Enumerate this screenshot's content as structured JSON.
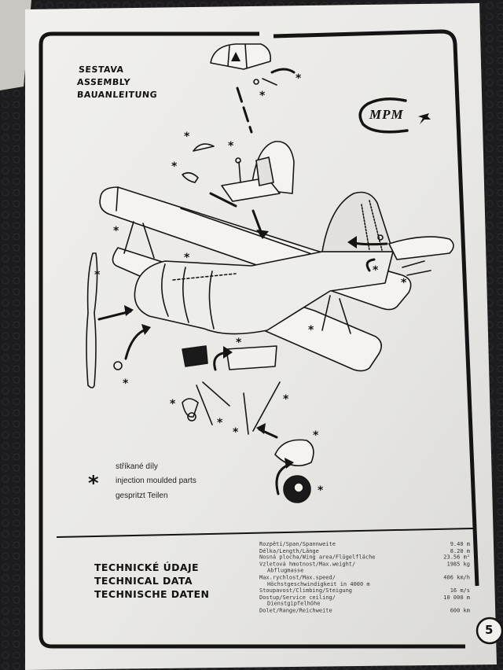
{
  "sheet": {
    "title_lines": [
      "SESTAVA",
      "ASSEMBLY",
      "BAUANLEITUNG"
    ],
    "brand": "MPM",
    "legend_lines": [
      "stříkané díly",
      "injection moulded parts",
      "gespritzt Teilen"
    ],
    "legend_symbol": "*",
    "tech_title_lines": [
      "TECHNICKÉ ÚDAJE",
      "TECHNICAL DATA",
      "TECHNISCHE DATEN"
    ],
    "specs": [
      {
        "label": "Rozpětí/Span/Spannweite",
        "value": "9.40 m"
      },
      {
        "label": "Délka/Length/Länge",
        "value": "8.20 m"
      },
      {
        "label": "Nosná plocha/Wing area/Flügelfläche",
        "value": "23.56 m²"
      },
      {
        "label": "Vzletová hmotnost/Max.weight/",
        "value": "1985 kg"
      },
      {
        "label": "Abflugmasse",
        "value": ""
      },
      {
        "label": "Max.rychlost/Max.speed/",
        "value": "406 km/h"
      },
      {
        "label": "Höchstgeschwindigkeit in 4000 m",
        "value": ""
      },
      {
        "label": "Stoupavost/Climbing/Steigung",
        "value": "16 m/s"
      },
      {
        "label": "Dostup/Service ceiling/",
        "value": "10 000 m"
      },
      {
        "label": "Dienstgipfelhöhe",
        "value": ""
      },
      {
        "label": "Dolet/Range/Reichweite",
        "value": "600 km"
      }
    ],
    "page_number": "5",
    "colors": {
      "paper": "#ecebe7",
      "ink": "#141414",
      "background": "#1c1b1d"
    }
  }
}
